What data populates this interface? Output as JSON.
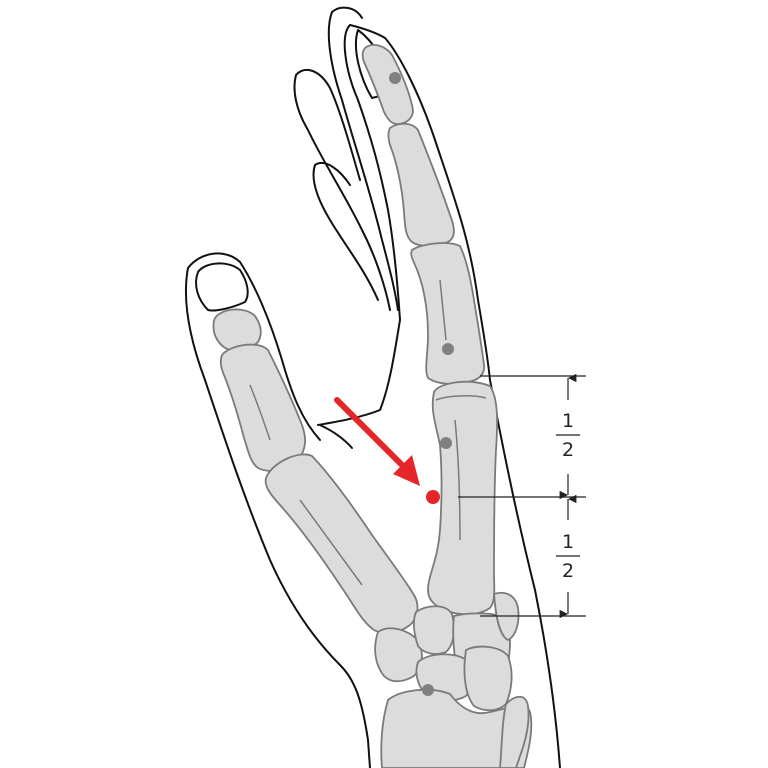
{
  "diagram": {
    "fractions": [
      {
        "numerator": "1",
        "denominator": "2"
      },
      {
        "numerator": "1",
        "denominator": "2"
      }
    ],
    "colors": {
      "bone_fill": "#dcdcdc",
      "bone_stroke": "#7a7a7a",
      "outline": "#111111",
      "marker": "#808080",
      "highlight": "#e4262a",
      "dimension": "#222222"
    }
  }
}
